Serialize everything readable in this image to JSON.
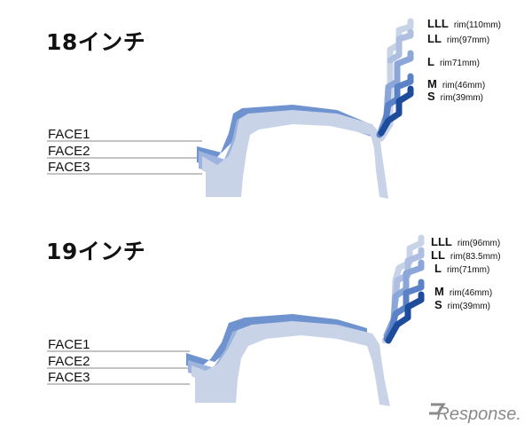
{
  "colors": {
    "face1": "#6f93cf",
    "face2": "#9db4de",
    "face3": "#c9d3e8",
    "lll": "#c9d3e8",
    "ll": "#aebfe2",
    "l": "#8ba6d8",
    "m": "#5b82c6",
    "s": "#1e4c9c",
    "line": "#8a8a8a"
  },
  "sections": [
    {
      "title": "18インチ",
      "faces": [
        "FACE1",
        "FACE2",
        "FACE3"
      ],
      "rims": [
        {
          "size": "LLL",
          "rim": "rim(110mm)"
        },
        {
          "size": "LL",
          "rim": "rim(97mm)"
        },
        {
          "size": "L",
          "rim": "rim71mm)"
        },
        {
          "size": "M",
          "rim": "rim(46mm)"
        },
        {
          "size": "S",
          "rim": "rim(39mm)"
        }
      ]
    },
    {
      "title": "19インチ",
      "faces": [
        "FACE1",
        "FACE2",
        "FACE3"
      ],
      "rims": [
        {
          "size": "LLL",
          "rim": "rim(96mm)"
        },
        {
          "size": "LL",
          "rim": "rim(83.5mm)"
        },
        {
          "size": "L",
          "rim": "rim(71mm)"
        },
        {
          "size": "M",
          "rim": "rim(46mm)"
        },
        {
          "size": "S",
          "rim": "rim(39mm)"
        }
      ]
    }
  ],
  "watermark": "Response."
}
